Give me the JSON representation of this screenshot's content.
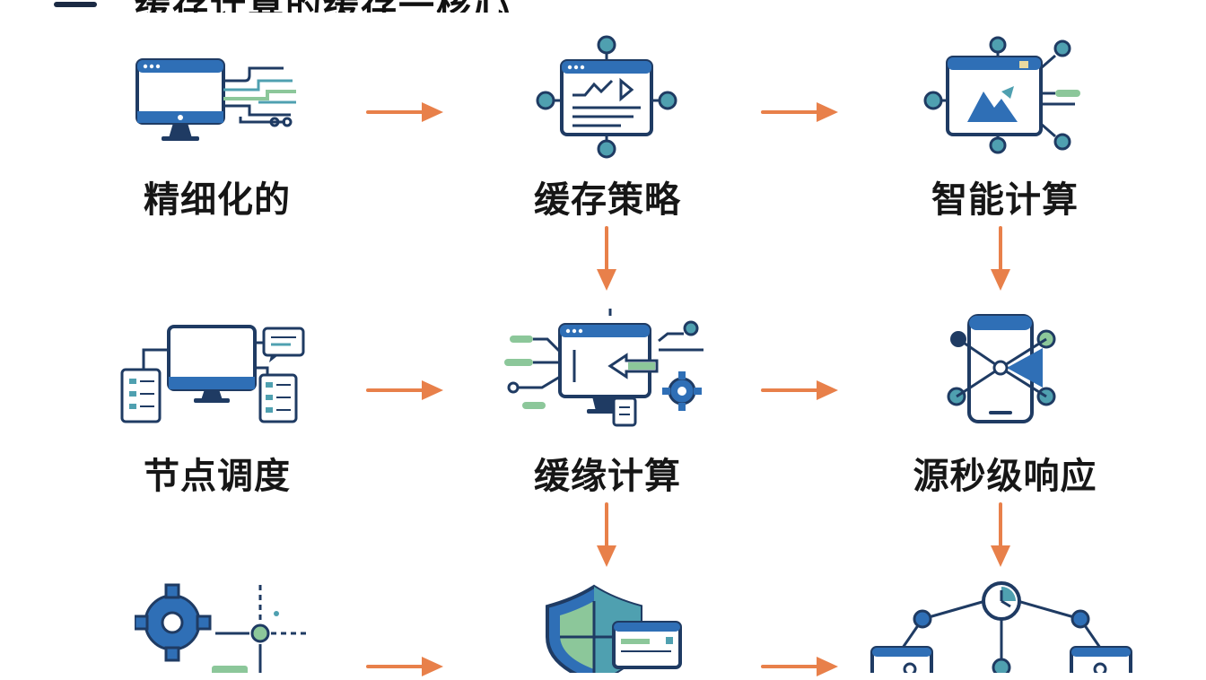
{
  "title": "缓存计算的缓存一核心",
  "nodes": [
    {
      "id": "n1",
      "label": "精细化的",
      "icon": "monitor-streams-icon"
    },
    {
      "id": "n2",
      "label": "缓存策略",
      "icon": "chart-window-network-icon"
    },
    {
      "id": "n3",
      "label": "智能计算",
      "icon": "image-window-network-icon"
    },
    {
      "id": "n4",
      "label": "节点调度",
      "icon": "monitor-documents-icon"
    },
    {
      "id": "n5",
      "label": "缓缘计算",
      "icon": "monitor-gear-arrow-icon"
    },
    {
      "id": "n6",
      "label": "源秒级响应",
      "icon": "phone-network-icon"
    },
    {
      "id": "n7",
      "label": "",
      "icon": "gear-node-icon"
    },
    {
      "id": "n8",
      "label": "",
      "icon": "shield-card-icon"
    },
    {
      "id": "n9",
      "label": "",
      "icon": "clock-network-icon"
    }
  ],
  "colors": {
    "navy": "#1f3b63",
    "blue": "#2f6fb6",
    "teal": "#4fa0b0",
    "green": "#8cc79a",
    "orange": "#e8804a",
    "text": "#161616"
  }
}
